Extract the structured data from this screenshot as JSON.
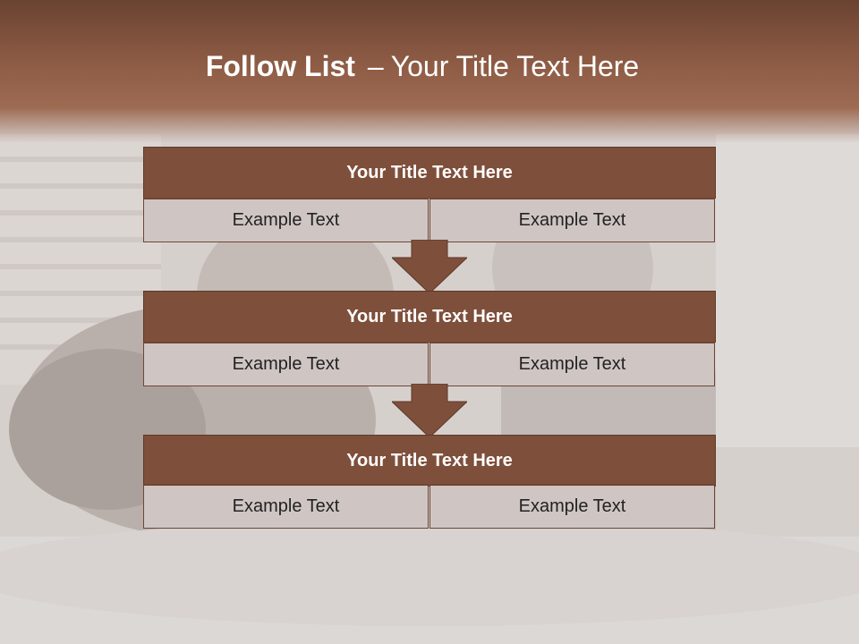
{
  "slide": {
    "title_bold": "Follow List",
    "title_sep": "–",
    "title_rest": "Your Title Text Here"
  },
  "blocks": [
    {
      "title": "Your Title Text Here",
      "left": "Example Text",
      "right": "Example Text"
    },
    {
      "title": "Your Title Text Here",
      "left": "Example Text",
      "right": "Example Text"
    },
    {
      "title": "Your Title Text Here",
      "left": "Example Text",
      "right": "Example Text"
    }
  ],
  "colors": {
    "header": "#8e5c45",
    "block_title": "#7e4f3b",
    "cell": "#cfc6c3",
    "arrow": "#7e4f3b"
  },
  "icons": [
    "down-arrow-icon"
  ]
}
